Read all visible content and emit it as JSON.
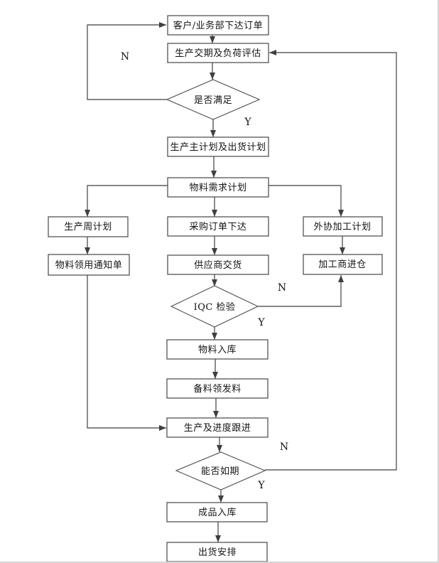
{
  "colors": {
    "page_bg": "#ffffff",
    "page_border": "#d4d4d4",
    "line": "#3f3f3f",
    "box_border": "#4d4d4d",
    "text": "#141414"
  },
  "diagram": {
    "nodes": {
      "order": {
        "label": "客户/业务部下达订单"
      },
      "assess": {
        "label": "生产交期及负荷评估"
      },
      "satisfy": {
        "label": "是否满足"
      },
      "master_plan": {
        "label": "生产主计划及出货计划"
      },
      "mrp": {
        "label": "物料需求计划"
      },
      "weekly_plan": {
        "label": "生产周计划"
      },
      "po_issue": {
        "label": "采购订单下达"
      },
      "outsource_plan": {
        "label": "外协加工计划"
      },
      "material_notice": {
        "label": "物料领用通知单"
      },
      "supplier_delivery": {
        "label": "供应商交货"
      },
      "processor_in": {
        "label": "加工商进仓"
      },
      "iqc": {
        "label": "IQC 检验"
      },
      "material_in": {
        "label": "物料入库"
      },
      "material_prep": {
        "label": "备料领发料"
      },
      "production_follow": {
        "label": "生产及进度跟进"
      },
      "ontime": {
        "label": "能否如期"
      },
      "finished_in": {
        "label": "成品入库"
      },
      "shipment": {
        "label": "出货安排"
      }
    },
    "branch_labels": {
      "satisfy_no": "N",
      "satisfy_yes": "Y",
      "iqc_no": "N",
      "iqc_yes": "Y",
      "ontime_no": "N",
      "ontime_yes": "Y"
    }
  }
}
